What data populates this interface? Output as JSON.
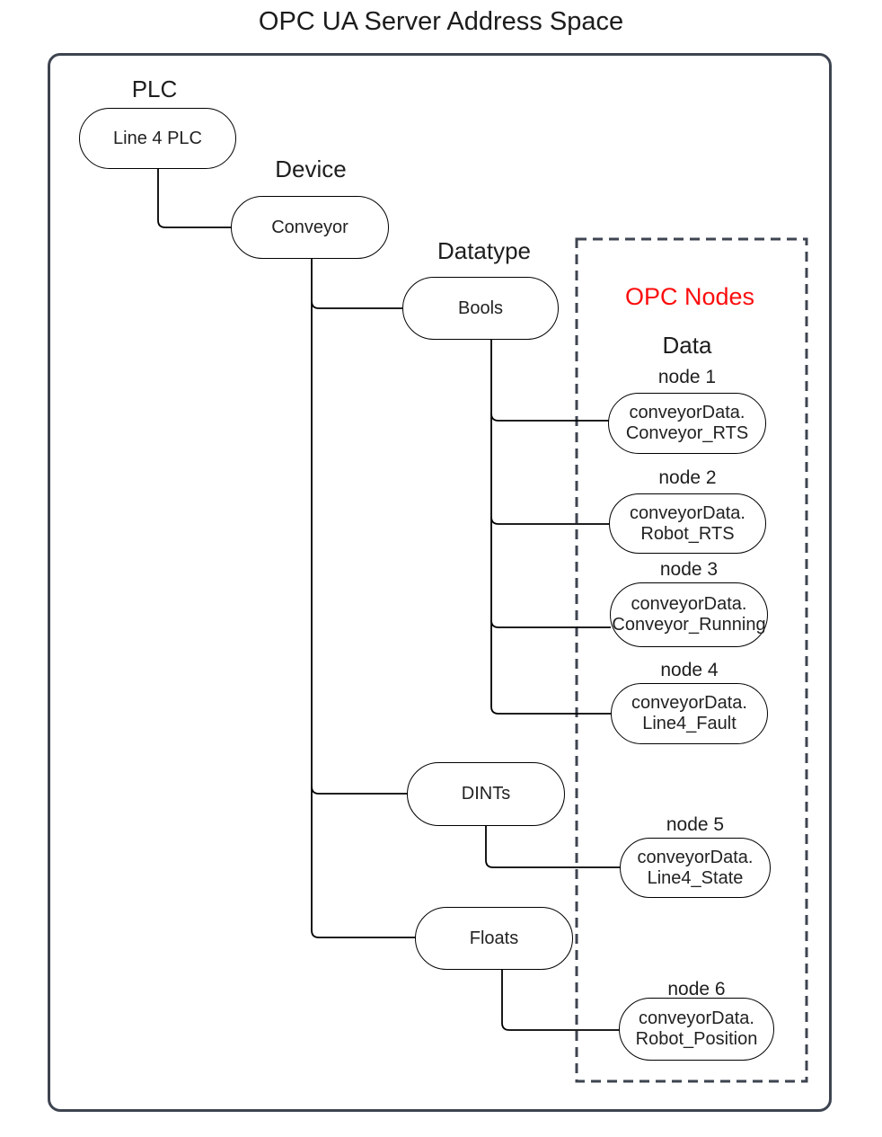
{
  "title": "OPC UA Server Address Space",
  "colors": {
    "red": "#fb0d0d",
    "frame": "#3e4450"
  },
  "labels": {
    "plc": "PLC",
    "device": "Device",
    "datatype": "Datatype",
    "opc_nodes": "OPC Nodes",
    "data": "Data"
  },
  "tree": {
    "plc_node": "Line 4 PLC",
    "device_node": "Conveyor",
    "datatypes": [
      "Bools",
      "DINTs",
      "Floats"
    ]
  },
  "opc": [
    {
      "label": "node 1",
      "line1": "conveyorData.",
      "line2": "Conveyor_RTS"
    },
    {
      "label": "node 2",
      "line1": "conveyorData.",
      "line2": "Robot_RTS"
    },
    {
      "label": "node 3",
      "line1": "conveyorData.",
      "line2": "Conveyor_Running"
    },
    {
      "label": "node 4",
      "line1": "conveyorData.",
      "line2": "Line4_Fault"
    },
    {
      "label": "node 5",
      "line1": "conveyorData.",
      "line2": "Line4_State"
    },
    {
      "label": "node 6",
      "line1": "conveyorData.",
      "line2": "Robot_Position"
    }
  ]
}
